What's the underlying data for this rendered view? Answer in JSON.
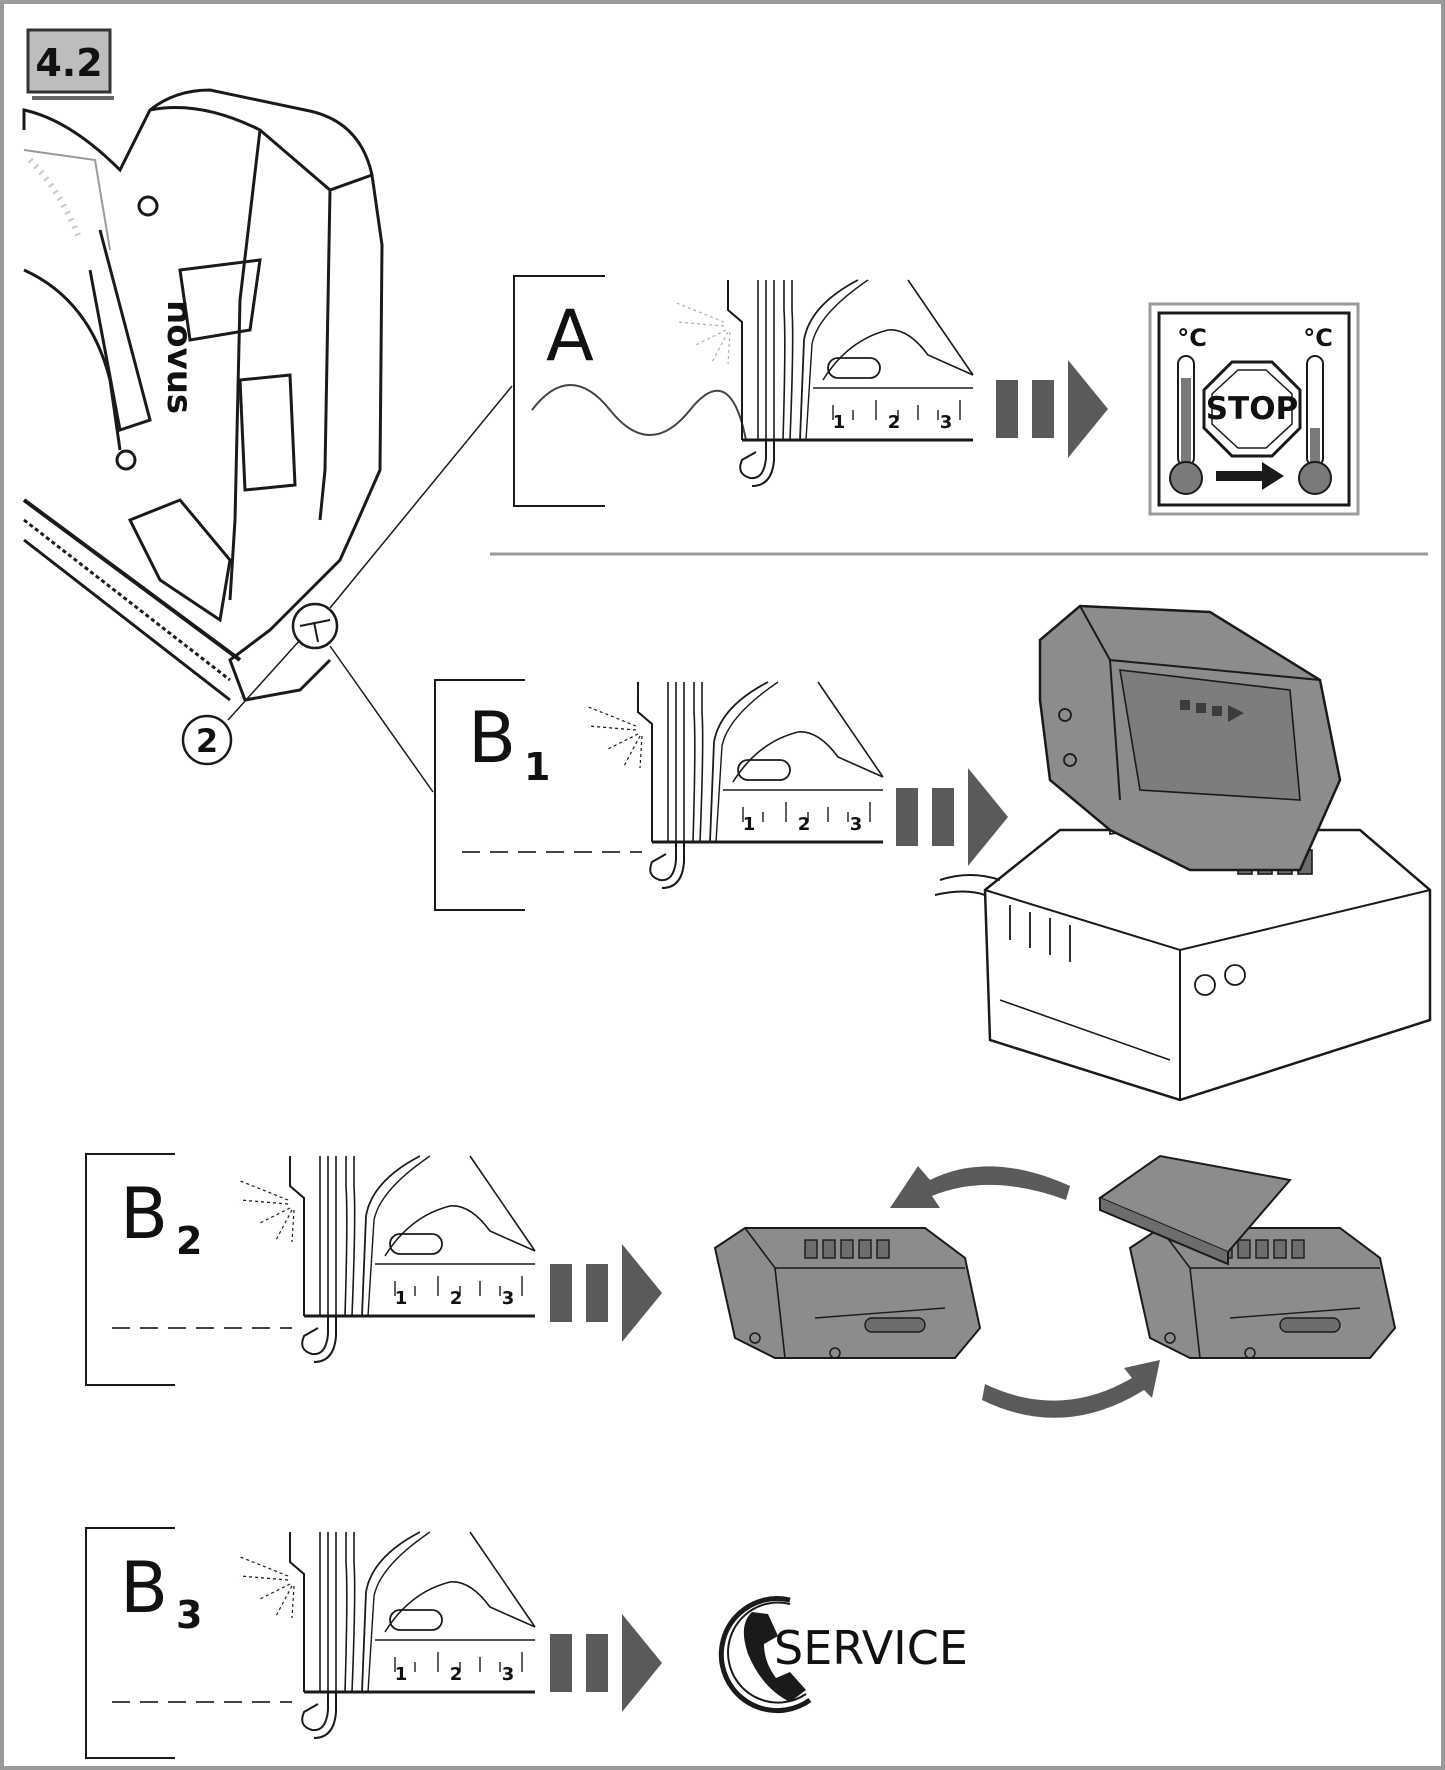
{
  "figure": {
    "number": "4.2",
    "callout_number": "2",
    "brand_logo": "novus"
  },
  "panels": [
    {
      "id": "A",
      "letter": "A",
      "sub": ""
    },
    {
      "id": "B1",
      "letter": "B",
      "sub": "1"
    },
    {
      "id": "B2",
      "letter": "B",
      "sub": "2"
    },
    {
      "id": "B3",
      "letter": "B",
      "sub": "3"
    }
  ],
  "scale_ticks": [
    "1",
    "2",
    "3"
  ],
  "overheat_icon": {
    "unit_left": "°C",
    "unit_right": "°C",
    "sign": "STOP"
  },
  "service_icon": {
    "label": "SERVICE",
    "icon": "phone-icon"
  },
  "colors": {
    "arrow": "#5a5a5a",
    "battery": "#8c8c8c",
    "battery_dark": "#6d6d6d",
    "line": "#1a1a1a",
    "gray_line": "#9a9a9a"
  }
}
